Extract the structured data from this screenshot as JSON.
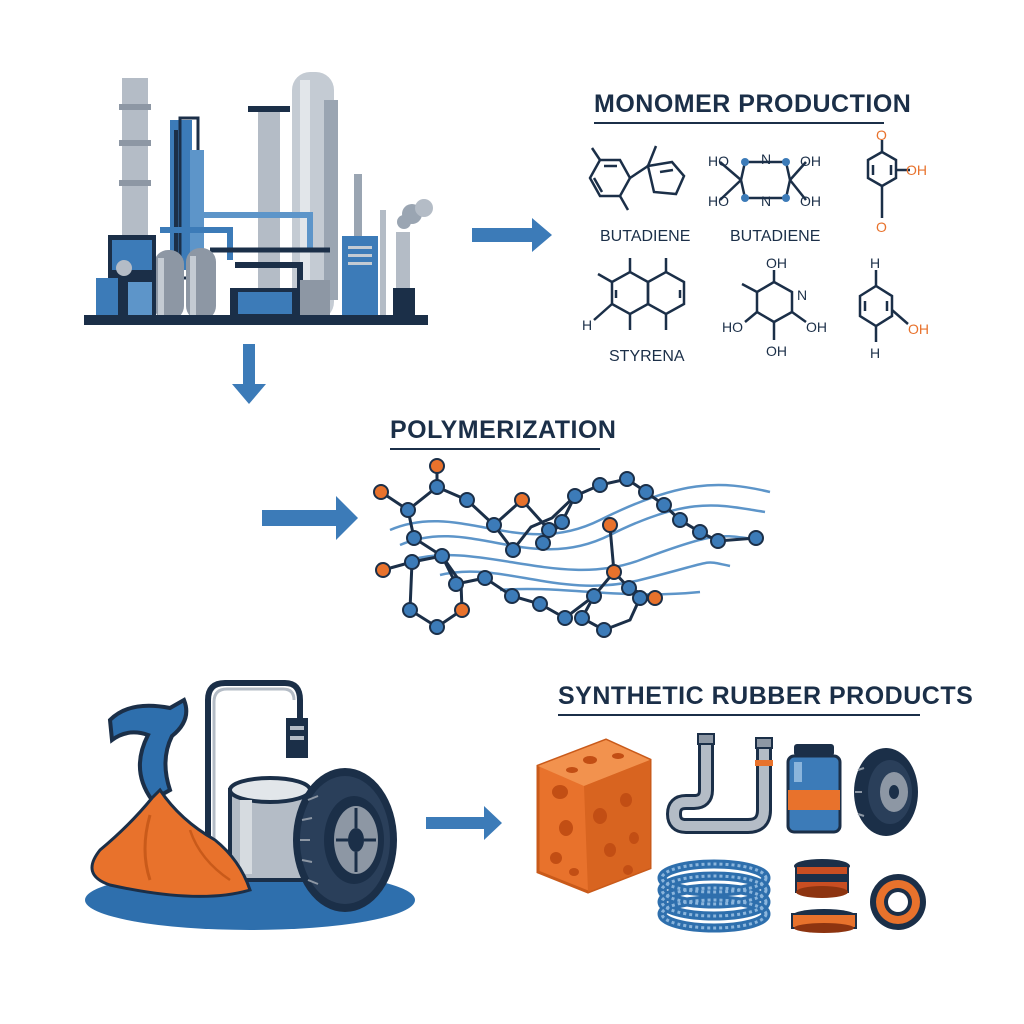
{
  "sections": {
    "monomer_title": "MONOMER PRODUCTION",
    "polymerization_title": "POLYMERIZATION",
    "products_title": "SYNTHETIC RUBBER PRODUCTS"
  },
  "molecules": {
    "label_1": "BUTADIENE",
    "label_2": "BUTADIENE",
    "label_3": "STYRENA"
  },
  "atoms": {
    "oh": "OH",
    "ho": "HO",
    "n": "N",
    "o": "O",
    "h": "H"
  },
  "colors": {
    "navy": "#1b2f48",
    "blue": "#3c7bb8",
    "orange": "#e8722c",
    "gray": "#b4bcc6",
    "light_blue": "#5d95c9"
  },
  "icons": [
    "refinery-icon",
    "arrow-right-icon",
    "arrow-down-icon",
    "polymer-chain-icon",
    "rubber-mixer-icon",
    "tire-icon",
    "sponge-icon",
    "pipe-icon",
    "container-icon",
    "hose-coil-icon",
    "seal-ring-icon"
  ]
}
